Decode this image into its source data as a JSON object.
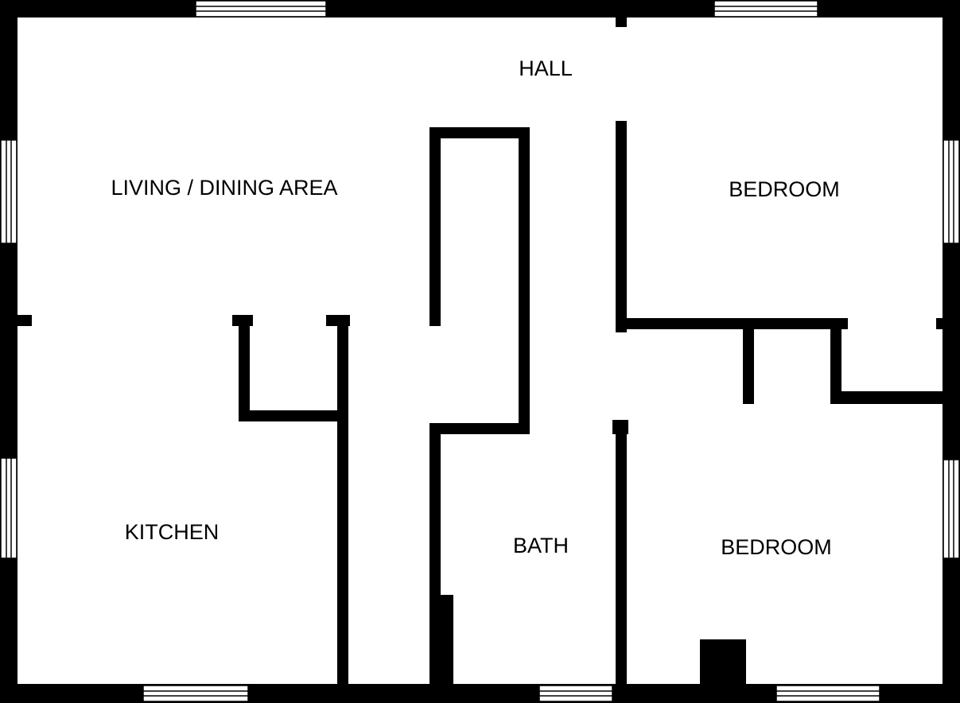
{
  "floor_plan": {
    "colors": {
      "background": "#ffffff",
      "wall": "#000000",
      "window_outline": "#000000"
    },
    "rooms": {
      "hall": "HALL",
      "living_dining": "LIVING / DINING AREA",
      "bedroom_top": "BEDROOM",
      "kitchen": "KITCHEN",
      "bath": "BATH",
      "bedroom_bottom": "BEDROOM"
    }
  }
}
